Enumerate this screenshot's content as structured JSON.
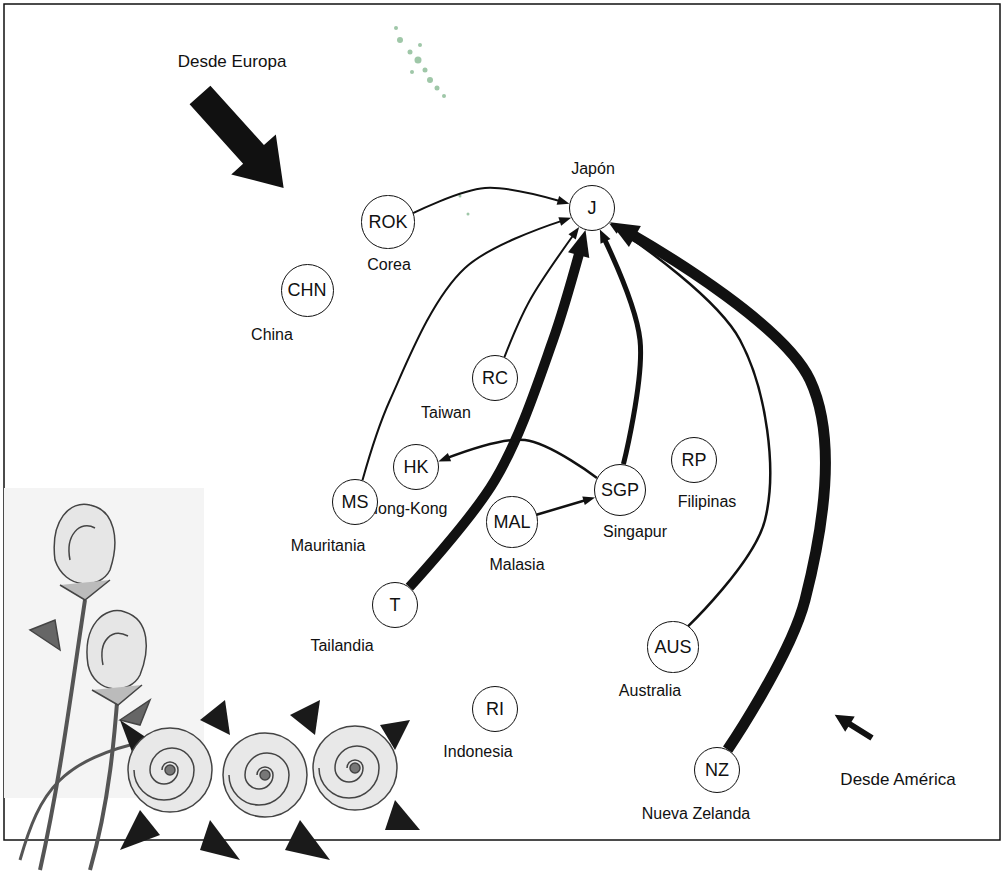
{
  "diagram": {
    "nodes": [
      {
        "text": [
          "J",
          "Japón"
        ]
      },
      {
        "text": [
          "ROK",
          "Corea"
        ]
      },
      {
        "text": [
          "CHN",
          "China"
        ]
      },
      {
        "text": [
          "RC",
          "Taiwan"
        ]
      },
      {
        "text": [
          "HK",
          "Hong-Kong"
        ]
      },
      {
        "text": [
          "RP",
          "Filipinas"
        ]
      },
      {
        "text": [
          "SGP",
          "Singapur"
        ]
      },
      {
        "text": [
          "MS",
          "Mauritania"
        ]
      },
      {
        "text": [
          "MAL",
          "Malasia"
        ]
      },
      {
        "text": [
          "T",
          "Tailandia"
        ]
      },
      {
        "text": [
          "AUS",
          "Australia"
        ]
      },
      {
        "text": [
          "RI",
          "Indonesia"
        ]
      },
      {
        "text": [
          "NZ",
          "Nueva Zelanda"
        ]
      }
    ],
    "edges": [
      {
        "from": 1,
        "to": 0,
        "arrow": "to"
      },
      {
        "from": 7,
        "to": 0,
        "arrow": "to"
      },
      {
        "from": 3,
        "to": 0,
        "arrow": "to"
      },
      {
        "from": 9,
        "to": 0,
        "arrow": "to"
      },
      {
        "from": 6,
        "to": 0,
        "arrow": "to"
      },
      {
        "from": 6,
        "to": 4,
        "arrow": "to"
      },
      {
        "from": 8,
        "to": 6,
        "arrow": "to"
      },
      {
        "from": 10,
        "to": 0,
        "arrow": "to"
      },
      {
        "from": 12,
        "to": 0,
        "arrow": "to"
      }
    ],
    "labels": [
      "Desde Europa",
      "Desde América"
    ]
  }
}
